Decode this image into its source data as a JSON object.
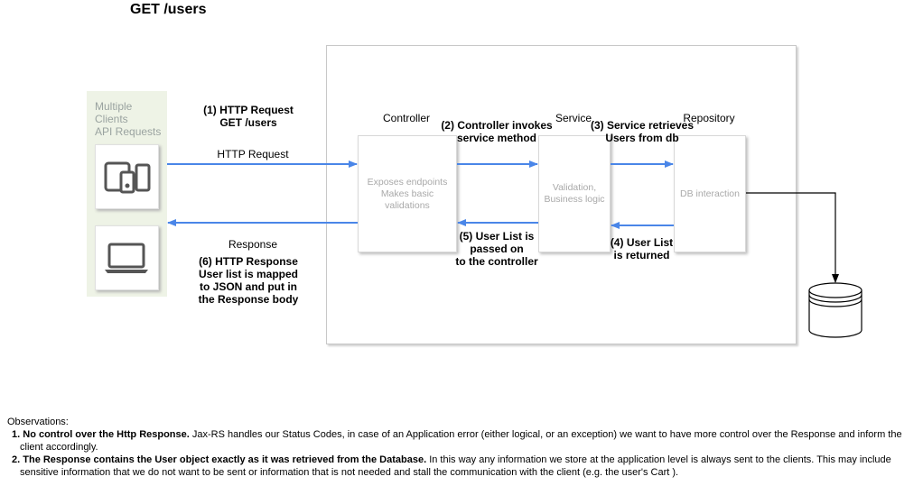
{
  "title": "GET /users",
  "clients": {
    "label_lines": [
      "Multiple",
      "Clients",
      "API Requests"
    ],
    "devices": [
      "devices-icon",
      "laptop-icon"
    ]
  },
  "components": {
    "controller": {
      "header": "Controller",
      "body_lines": [
        "Exposes endpoints",
        "Makes basic",
        "validations"
      ]
    },
    "service": {
      "header": "Service",
      "body_lines": [
        "Validation,",
        "Business logic"
      ]
    },
    "repository": {
      "header": "Repository",
      "body_lines": [
        "DB interaction"
      ]
    }
  },
  "labels": {
    "step1": [
      "(1) HTTP Request",
      "GET /users"
    ],
    "http_request": "HTTP Request",
    "step2": [
      "(2) Controller invokes",
      "service method"
    ],
    "step3": [
      "(3) Service retrieves",
      "Users from db"
    ],
    "step4": [
      "(4) User List",
      "is returned"
    ],
    "step5": [
      "(5) User List is",
      "passed on",
      "to the controller"
    ],
    "response": "Response",
    "step6": [
      "(6) HTTP Response",
      "User list is mapped",
      "to JSON and put in",
      "the Response body"
    ]
  },
  "observations": {
    "heading": "Observations:",
    "items": [
      {
        "num": "1.",
        "bold": "No control over the Http Response.",
        "text": " Jax-RS handles our Status Codes, in case of an Application error (either logical, or an exception) we want to have more control over the Response and inform the client accordingly."
      },
      {
        "num": "2.",
        "bold": "The Response contains the User object exactly as it was retrieved from the Database.",
        "text": " In this way any information we store at the application level is always sent to the clients. This may include sensitive information that we do not want to be sent or information that is not needed and stall the communication with the client (e.g. the user's Cart )."
      }
    ]
  },
  "colors": {
    "arrow": "#4a86e8",
    "connector": "#000000",
    "clients_bg": "#eef3e6"
  }
}
